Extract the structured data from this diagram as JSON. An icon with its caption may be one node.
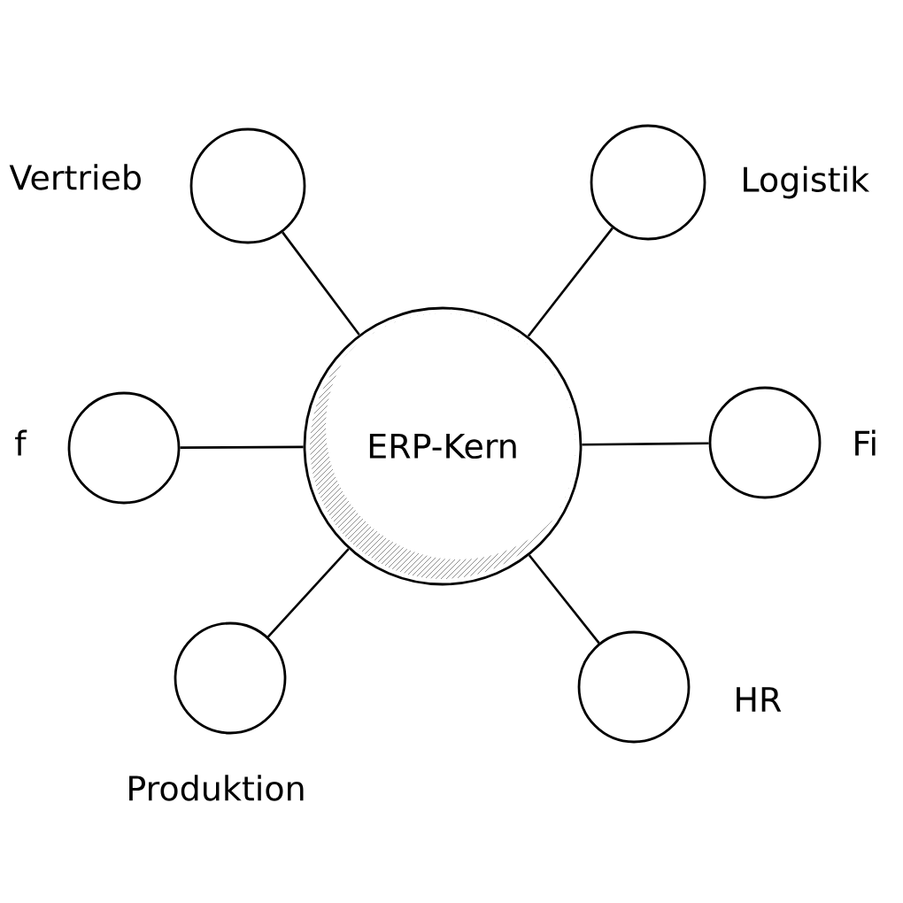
{
  "diagram": {
    "nodes": [
      {
        "text": [
          "ERP-Kern"
        ]
      },
      {
        "text": [],
        "shape": "circle",
        "beside": [
          "Vertrieb"
        ]
      },
      {
        "text": [],
        "shape": "circle",
        "beside": [
          "Logistik"
        ]
      },
      {
        "text": [],
        "shape": "circle",
        "beside": [
          "f"
        ]
      },
      {
        "text": [],
        "shape": "circle",
        "beside": [
          "Fi"
        ]
      },
      {
        "text": [],
        "shape": "circle",
        "beside": [
          "Produktion"
        ]
      },
      {
        "text": [],
        "shape": "circle",
        "beside": [
          "HR"
        ]
      }
    ],
    "edges": [
      {
        "from": 0,
        "to": 1,
        "arrow": "none"
      },
      {
        "from": 0,
        "to": 2,
        "arrow": "none"
      },
      {
        "from": 0,
        "to": 3,
        "arrow": "none"
      },
      {
        "from": 0,
        "to": 4,
        "arrow": "none"
      },
      {
        "from": 0,
        "to": 5,
        "arrow": "none"
      },
      {
        "from": 0,
        "to": 6,
        "arrow": "none"
      }
    ]
  }
}
